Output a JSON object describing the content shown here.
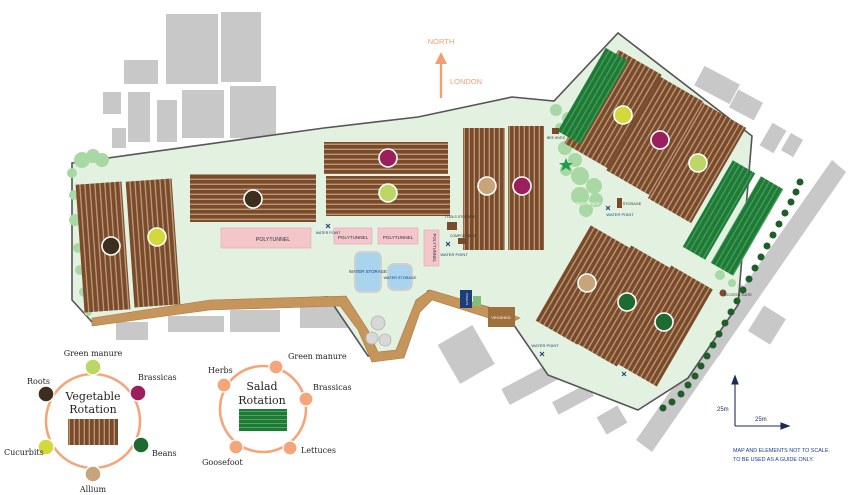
{
  "north": {
    "label": "NORTH",
    "sublabel": "LONDON",
    "color": "#f0a070"
  },
  "structures": {
    "polytunnel_1": "POLYTUNNEL",
    "polytunnel_2": "POLYTUNNEL",
    "polytunnel_3": "POLYTUNNEL",
    "polytunnel_4": "POLYTUNNEL",
    "water_storage_1": "WATER STORAGE",
    "water_storage_2": "WATER STORAGE",
    "water_point_1": "WATER POINT",
    "water_point_2": "WATER POINT",
    "water_point_3": "WATER POINT",
    "water_point_4": "WATER POINT",
    "tools_storage": "TOOLS STORAGE",
    "storage": "STORAGE",
    "compost_bins": "COMPOST BINS",
    "bee_hives": "BEE HIVES",
    "green_space": "GREEN SPACE",
    "veg_shed": "VEGSHED",
    "toilets": "TOILETS",
    "access_gate": "ACCESS GATE"
  },
  "vegetable_rotation": {
    "title_line1": "Vegetable",
    "title_line2": "Rotation",
    "items": [
      {
        "name": "Green manure",
        "color": "#bcd766"
      },
      {
        "name": "Brassicas",
        "color": "#9b1f5c"
      },
      {
        "name": "Beans",
        "color": "#1e6b32"
      },
      {
        "name": "Allium",
        "color": "#c8a47a"
      },
      {
        "name": "Cucurbits",
        "color": "#d4d83a"
      },
      {
        "name": "Roots",
        "color": "#3d2e1e"
      }
    ]
  },
  "salad_rotation": {
    "title_line1": "Salad",
    "title_line2": "Rotation",
    "items": [
      {
        "name": "Green manure"
      },
      {
        "name": "Brassicas"
      },
      {
        "name": "Lettuces"
      },
      {
        "name": "Goosefoot"
      },
      {
        "name": "Herbs"
      }
    ],
    "dot_color": "#f4a67a"
  },
  "scale": {
    "vertical": "25m",
    "horizontal": "25m",
    "note_line1": "MAP AND ELEMENTS NOT TO SCALE.",
    "note_line2": "TO BE USED AS A GUIDE ONLY."
  },
  "colors": {
    "site": "#e3f1e1",
    "bed": "#7a4b2a",
    "bed_line": "#c9a98a",
    "salad_bed": "#1f7a38",
    "building": "#c8c8c8",
    "path": "#c6955c",
    "polytunnel": "#f2c6cb",
    "water": "#a8d4ee",
    "tree": "#a8d9a4"
  }
}
